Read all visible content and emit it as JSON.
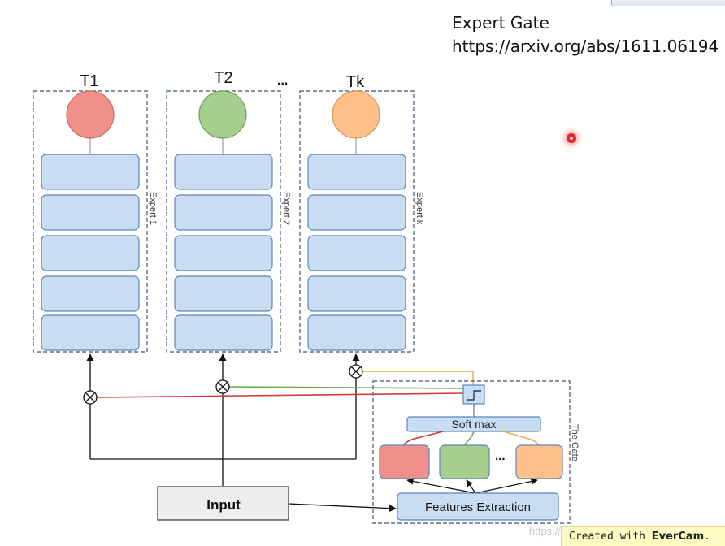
{
  "slide": {
    "title": "Expert Gate",
    "url": "https://arxiv.org/abs/1611.06194"
  },
  "experts": [
    {
      "task_label": "T1",
      "side_label": "Expert 1",
      "color": "#f0908a"
    },
    {
      "task_label": "T2",
      "side_label": "Expert 2",
      "color": "#a6cf8e"
    },
    {
      "task_label": "Tk",
      "side_label": "Expert k",
      "color": "#ffc08a"
    }
  ],
  "ellipsis": "...",
  "gate": {
    "label": "The Gate",
    "softmax": "Soft max",
    "features": "Features Extraction",
    "ellipsis": "..."
  },
  "input_label": "Input",
  "colors": {
    "layer_fill": "#c9ddf2",
    "layer_stroke": "#5b86b8",
    "dash": "#5b6f8a",
    "red_line": "#d03a3a",
    "green_line": "#6aa84f",
    "orange_line": "#e6b04a"
  },
  "watermark": "https://blog.csdn.net/Hello_leading",
  "badge": {
    "prefix": "Created with ",
    "brand": "EverCam",
    "suffix": "."
  }
}
